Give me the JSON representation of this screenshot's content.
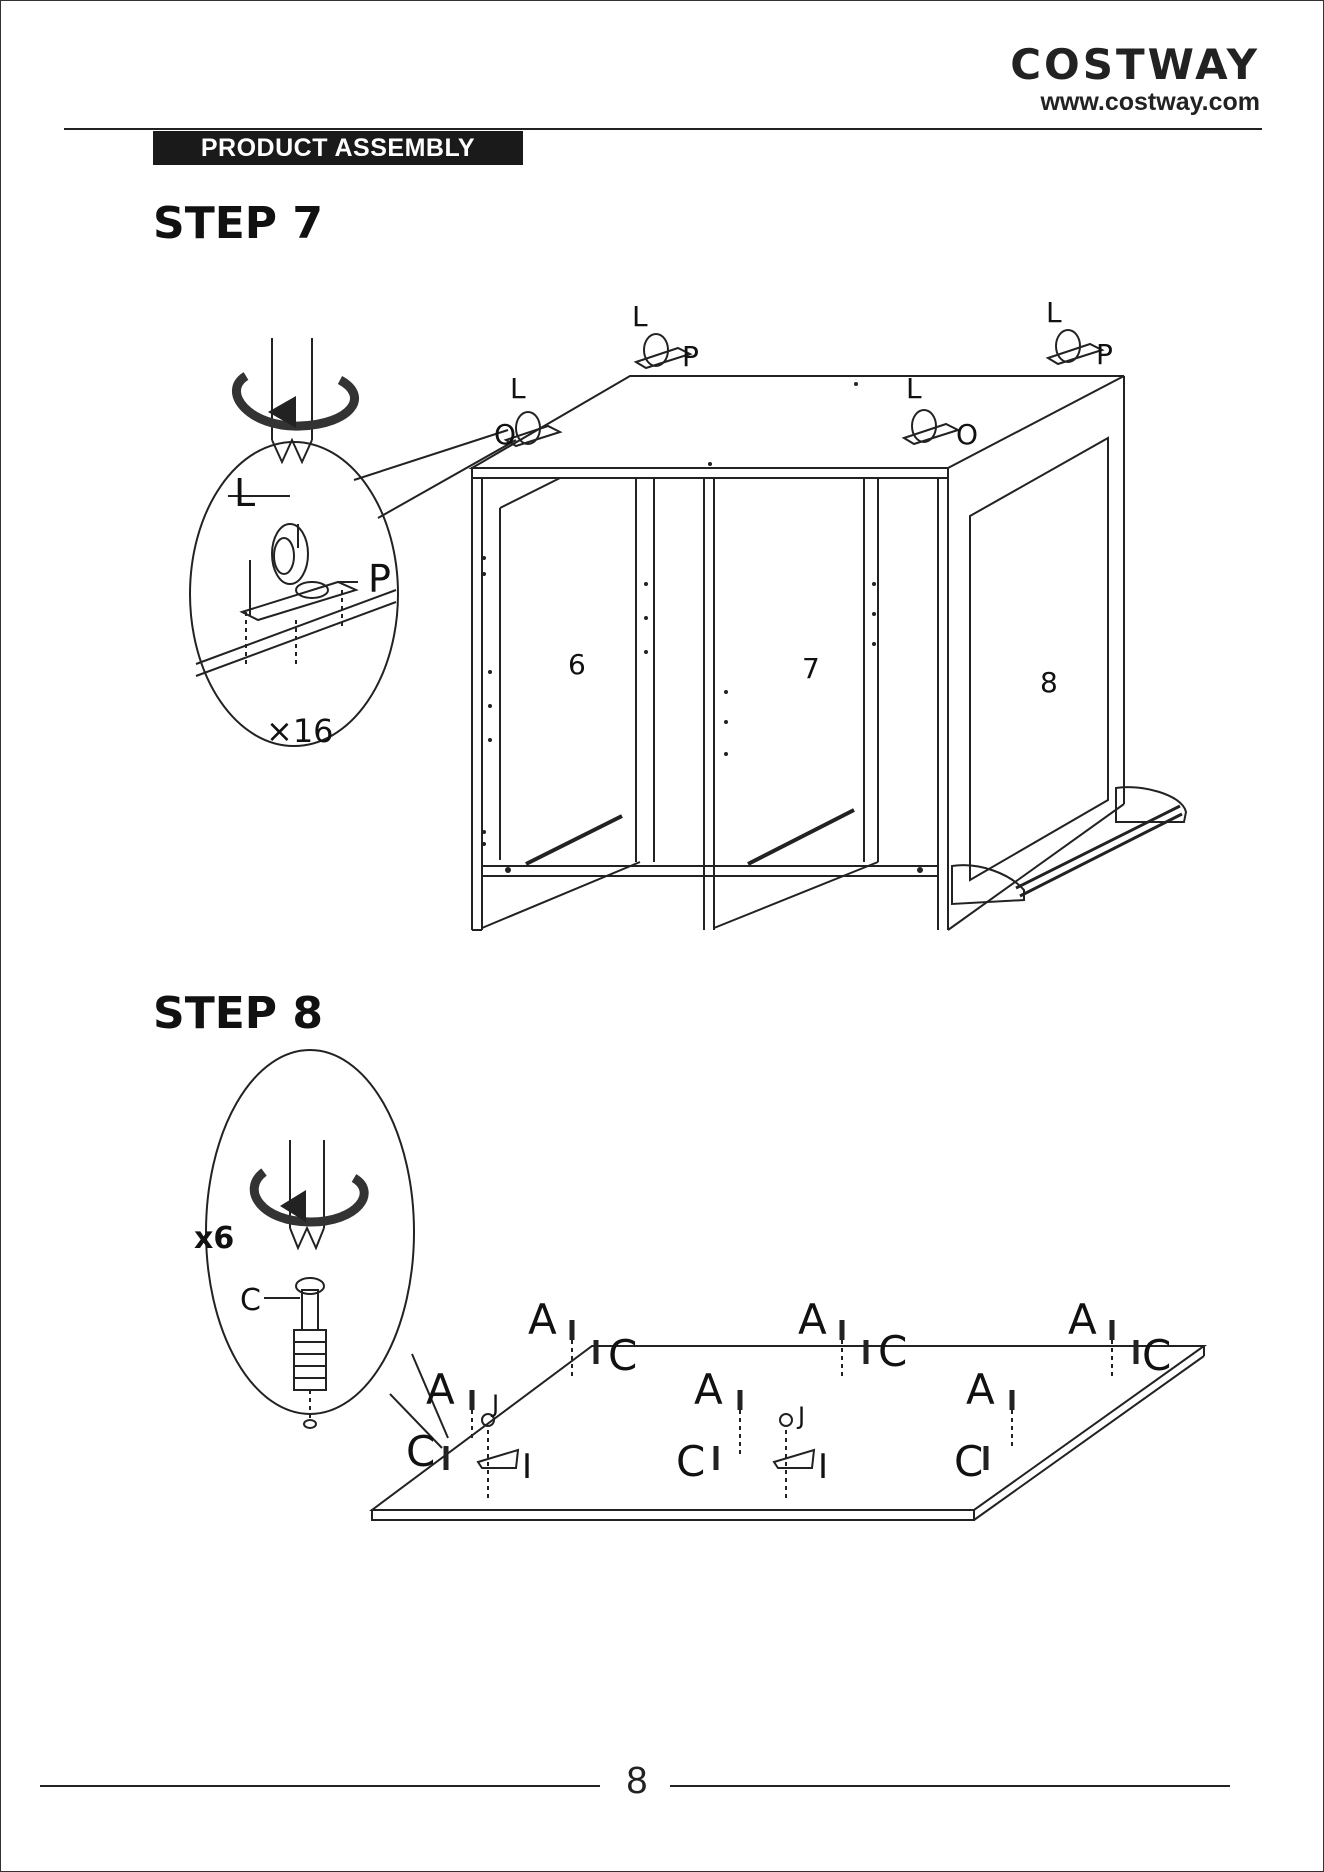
{
  "header": {
    "brand": "COSTWAY",
    "website": "www.costway.com",
    "section": "PRODUCT ASSEMBLY"
  },
  "steps": [
    {
      "title": "STEP 7",
      "detail_quantity": "×16",
      "part_labels": {
        "screw": "L",
        "caster_plate": "P",
        "caster_alt": "O"
      },
      "panel_numbers": [
        "6",
        "7",
        "8"
      ]
    },
    {
      "title": "STEP 8",
      "detail_quantity": "x6",
      "part_labels": {
        "cam_bolt": "C",
        "dowel": "A",
        "screw": "J",
        "bracket": "I"
      }
    }
  ],
  "footer": {
    "page_number": "8"
  },
  "icons": [
    "rotate-arrow-icon",
    "screwdriver-icon",
    "caster-wheel-icon",
    "cam-bolt-icon"
  ]
}
